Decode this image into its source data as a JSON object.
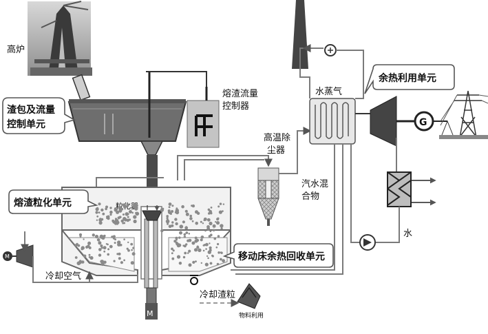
{
  "labels": {
    "blast_furnace": "高炉",
    "slag_ladle_unit": [
      "渣包及流量",
      "控制单元"
    ],
    "slag_flow_controller": [
      "熔渣流量",
      "控制器"
    ],
    "slag_granulation_unit": "熔渣粒化单元",
    "granulator": "粒化器",
    "cooling_air": "冷却空气",
    "moving_bed_unit": "移动床余热回收单元",
    "cold_slag": "冷却渣粒",
    "material_use": "物料利用",
    "hot_dust_remover": [
      "高温除",
      "尘器"
    ],
    "steam_water_mix": [
      "汽水混",
      "合物"
    ],
    "steam": "水蒸气",
    "waste_heat_unit": "余热利用单元",
    "water": "水",
    "generator_symbol": "G",
    "motor_symbol": "M"
  },
  "icons": {
    "blast_furnace": "blast-furnace-photo-icon",
    "chimney": "chimney-icon",
    "fan": "fan-icon",
    "turbine": "steam-turbine-icon",
    "generator": "generator-icon",
    "power_tower": "power-tower-icon",
    "condenser": "condenser-icon",
    "pump": "pump-icon",
    "boiler": "boiler-coil-icon",
    "dust_collector": "dust-collector-icon",
    "motor": "motor-icon",
    "material_pile": "material-pile-icon"
  },
  "colors": {
    "shell": "#f2f2f2",
    "line": "#7a7a7a",
    "dark": "#333333",
    "particle": "#8a8a8a"
  }
}
